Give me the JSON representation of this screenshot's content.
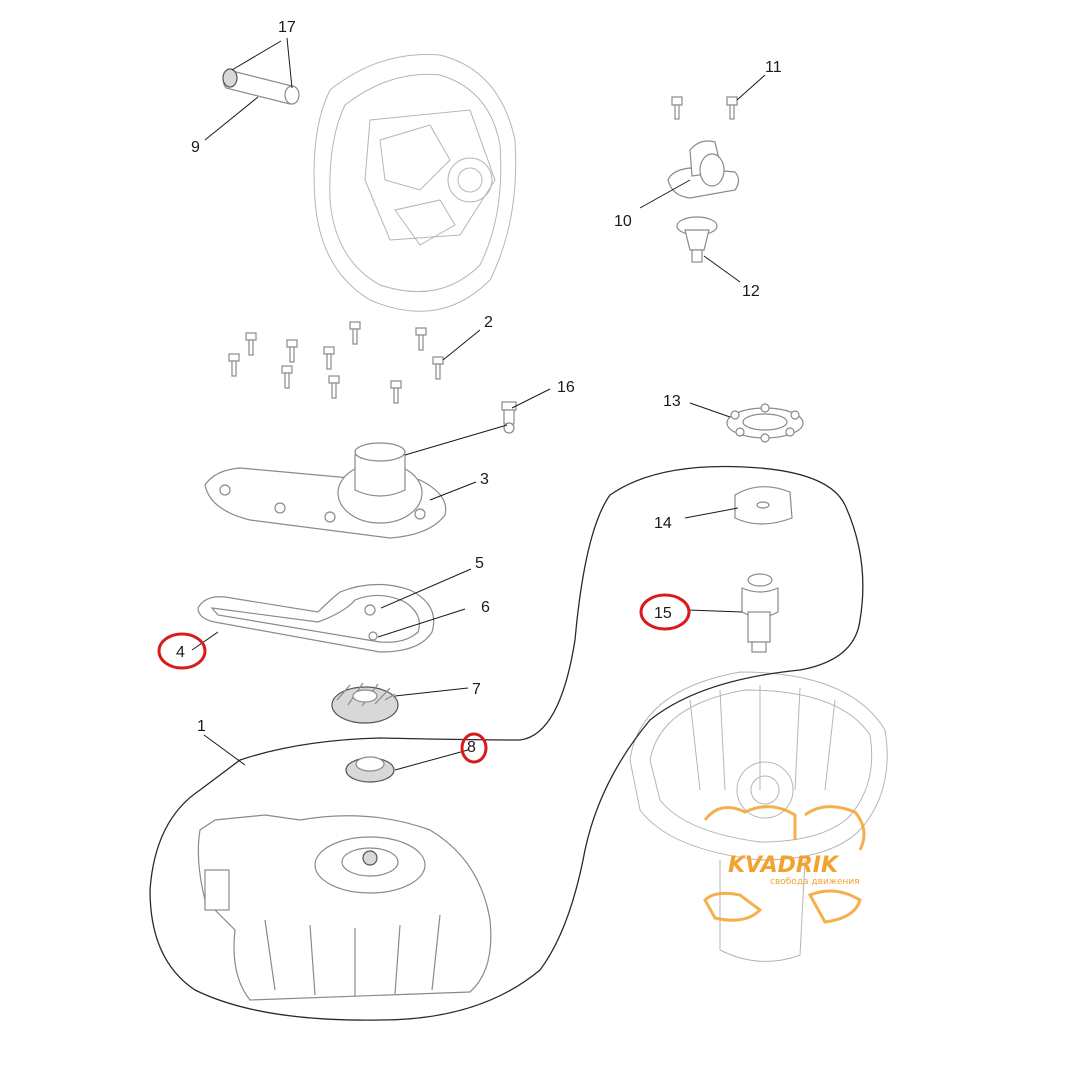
{
  "diagram": {
    "callouts": [
      {
        "id": "1",
        "label": "1",
        "highlighted": false
      },
      {
        "id": "2",
        "label": "2",
        "highlighted": false
      },
      {
        "id": "3",
        "label": "3",
        "highlighted": false
      },
      {
        "id": "4",
        "label": "4",
        "highlighted": true
      },
      {
        "id": "5",
        "label": "5",
        "highlighted": false
      },
      {
        "id": "6",
        "label": "6",
        "highlighted": false
      },
      {
        "id": "7",
        "label": "7",
        "highlighted": false
      },
      {
        "id": "8",
        "label": "8",
        "highlighted": true
      },
      {
        "id": "9",
        "label": "9",
        "highlighted": false
      },
      {
        "id": "10",
        "label": "10",
        "highlighted": false
      },
      {
        "id": "11",
        "label": "11",
        "highlighted": false
      },
      {
        "id": "12",
        "label": "12",
        "highlighted": false
      },
      {
        "id": "13",
        "label": "13",
        "highlighted": false
      },
      {
        "id": "14",
        "label": "14",
        "highlighted": false
      },
      {
        "id": "15",
        "label": "15",
        "highlighted": true
      },
      {
        "id": "16",
        "label": "16",
        "highlighted": false
      },
      {
        "id": "17",
        "label": "17",
        "highlighted": false
      }
    ],
    "highlight_color": "#d81c1c",
    "line_color": "#1a1a1a",
    "part_color": "#8a8a8a"
  },
  "watermark": {
    "brand": "KVADRIK",
    "tagline": "свобода движения",
    "color": "#f2a22e"
  }
}
